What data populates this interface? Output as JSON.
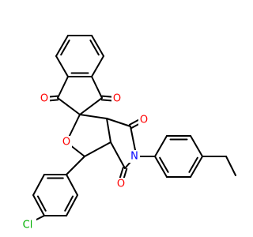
{
  "colors": {
    "background": "#ffffff",
    "bond": "#000000",
    "oxygen": "#ff0000",
    "nitrogen": "#0000ff",
    "chlorine": "#00b000"
  },
  "atoms": {
    "o_ketone_left": "O",
    "o_ketone_right": "O",
    "o_ring": "O",
    "o_imide_top": "O",
    "o_imide_bottom": "O",
    "n_imide": "N",
    "cl": "Cl"
  }
}
